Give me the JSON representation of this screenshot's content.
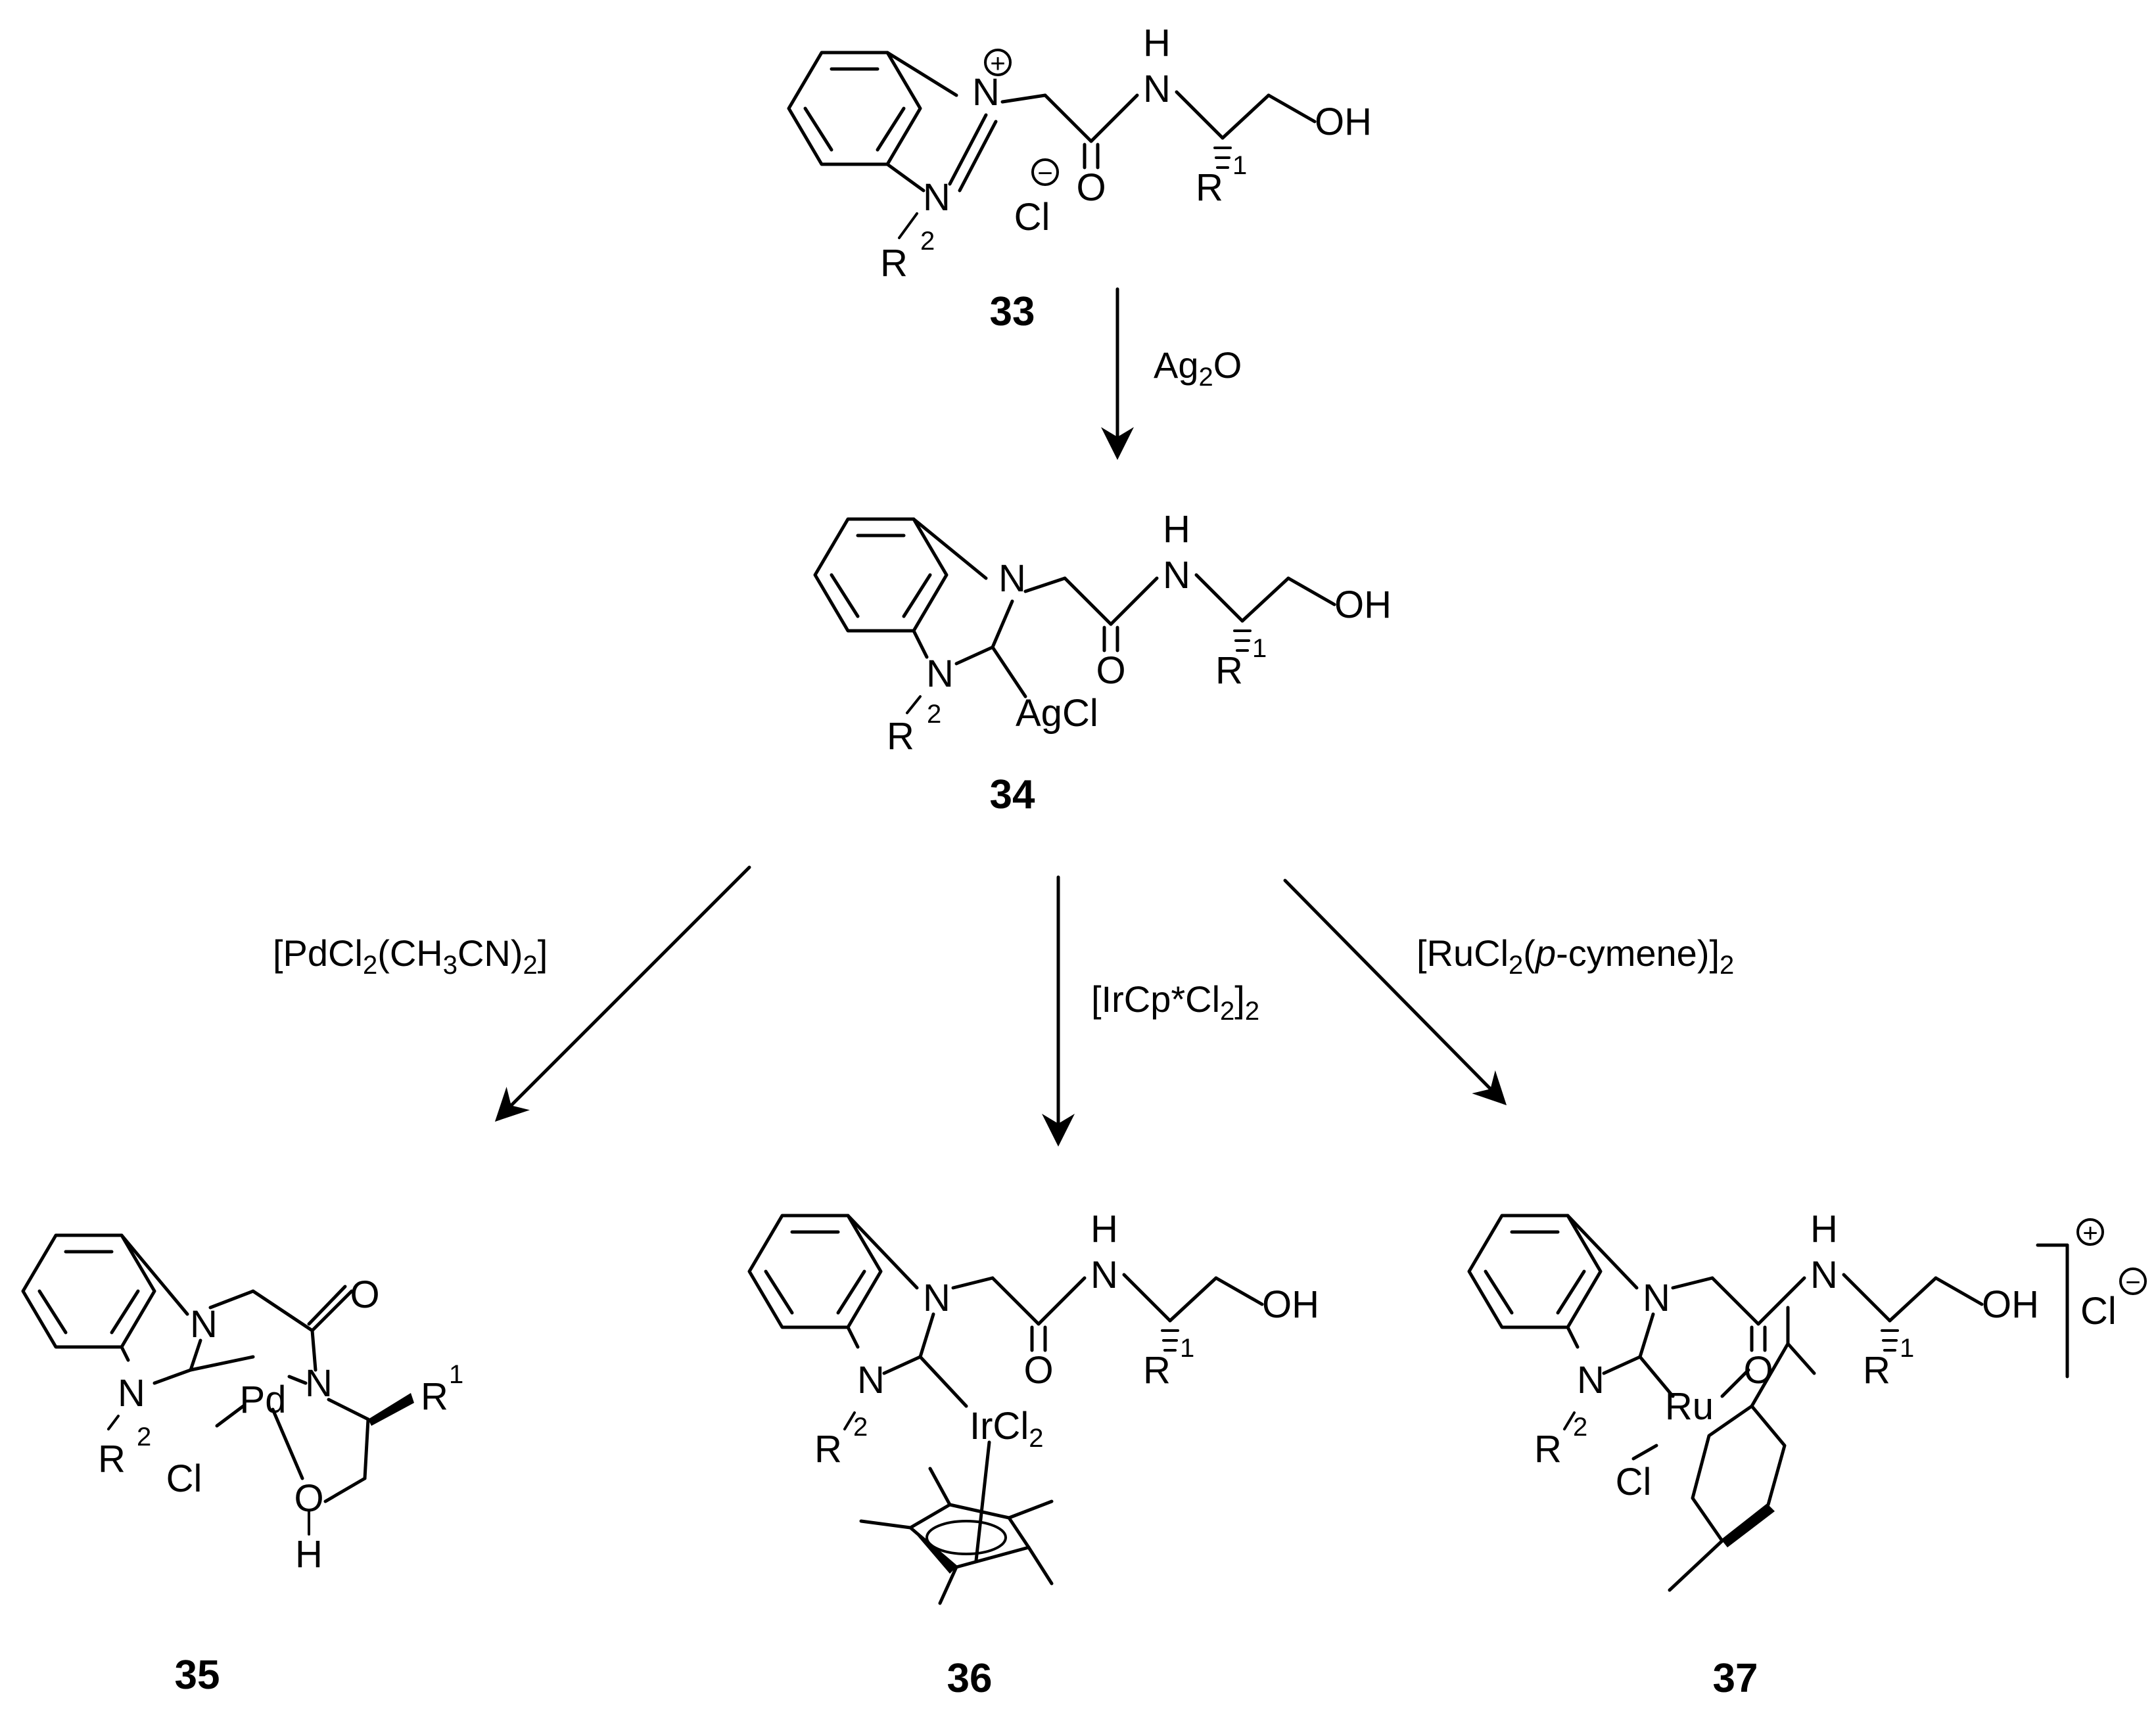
{
  "compounds": {
    "c33": "33",
    "c34": "34",
    "c35": "35",
    "c36": "36",
    "c37": "37"
  },
  "reagents": {
    "ag2o": {
      "a": "Ag",
      "b": "2",
      "c": "O"
    },
    "pd": {
      "a": "[PdCl",
      "b": "2",
      "c": "(CH",
      "d": "3",
      "e": "CN)",
      "f": "2",
      "g": "]"
    },
    "ir": {
      "a": "[IrCp*Cl",
      "b": "2",
      "c": "]",
      "d": "2"
    },
    "ru": {
      "a": "[RuCl",
      "b": "2",
      "c": "(",
      "d": "p",
      "e": "-cymene)]",
      "f": "2"
    }
  },
  "atoms": {
    "N": "N",
    "H": "H",
    "O": "O",
    "OH": "OH",
    "R": "R",
    "one": "1",
    "two": "2",
    "Cl": "Cl",
    "AgCl": "AgCl",
    "Pd": "Pd",
    "Ir": "IrCl",
    "Ru": "Ru",
    "plus": "+",
    "minus": "−"
  }
}
